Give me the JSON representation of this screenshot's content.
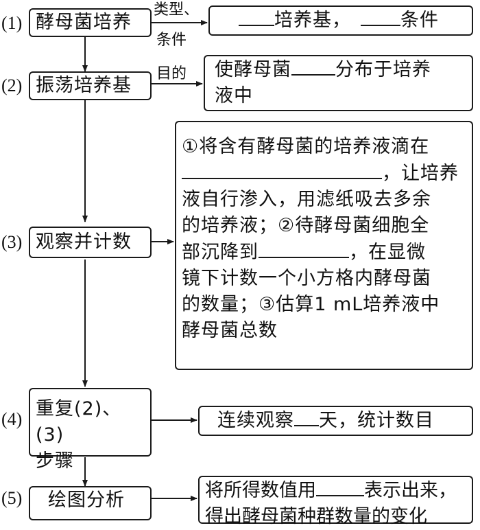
{
  "steps": [
    {
      "num": "(1)",
      "label": "酵母菌培养"
    },
    {
      "num": "(2)",
      "label": "振荡培养基"
    },
    {
      "num": "(3)",
      "label": "观察并计数"
    },
    {
      "num": "(4)",
      "label_line1": "重复(2)、(3)",
      "label_line2": "步骤"
    },
    {
      "num": "(5)",
      "label": "绘图分析"
    }
  ],
  "edge_labels": {
    "type_line1": "类型、",
    "type_line2": "条件",
    "purpose": "目的"
  },
  "outcomes": {
    "o1_part1": "培养基，",
    "o1_part2": "条件",
    "o2_part1": "使酵母菌",
    "o2_part2": "分布于培养",
    "o2_line2": "液中",
    "o3_l1": "①将含有酵母菌的培养液滴在",
    "o3_l2": "，让培养",
    "o3_l3": "液自行渗入，用滤纸吸去多余",
    "o3_l4": "的培养液；②待酵母菌细胞全",
    "o3_l5a": "部沉降到",
    "o3_l5b": "，在显微",
    "o3_l6": "镜下计数一个小方格内酵母菌",
    "o3_l7": "的数量；③估算1 mL培养液中",
    "o3_l8": "酵母菌总数",
    "o4_part1": "连续观察",
    "o4_part2": "天，统计数目",
    "o5_l1a": "将所得数值用",
    "o5_l1b": "表示出来，",
    "o5_l2": "得出酵母菌种群数量的变化"
  }
}
